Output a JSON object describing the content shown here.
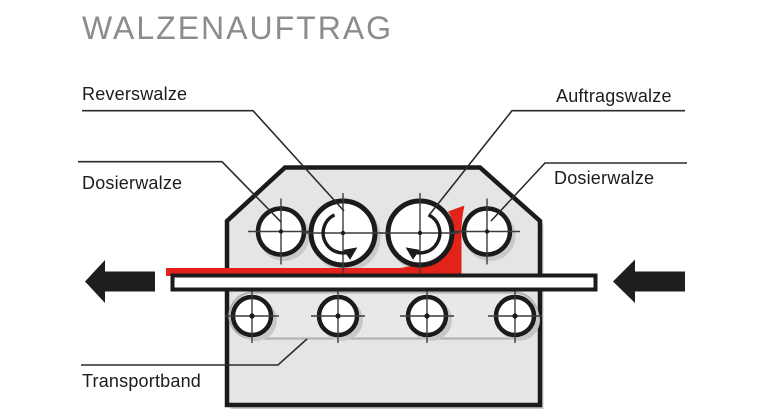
{
  "page": {
    "title": "WALZENAUFTRAG"
  },
  "labels": {
    "reverswalze": "Reverswalze",
    "auftragswalze": "Auftragswalze",
    "dosierwalze_left": "Dosierwalze",
    "dosierwalze_right": "Dosierwalze",
    "transportband": "Transportband"
  },
  "icons": {
    "web_exit_direction": "arrow-left-icon",
    "web_entry_direction": "arrow-left-icon",
    "reverswalze_rotation": "arc-arrow-ccw-icon",
    "auftragswalze_rotation": "arc-arrow-cw-icon"
  },
  "colors": {
    "coating_red": "#E3221A",
    "machine_fill": "#E5E5E7",
    "outline": "#1B1B1B",
    "title_gray": "#8C8C8C",
    "belt_outline_gray": "#B4B4B6",
    "shadow_gray": "#C9C9CC",
    "label_text": "#1C1C1C",
    "web_white": "#FFFFFF"
  }
}
